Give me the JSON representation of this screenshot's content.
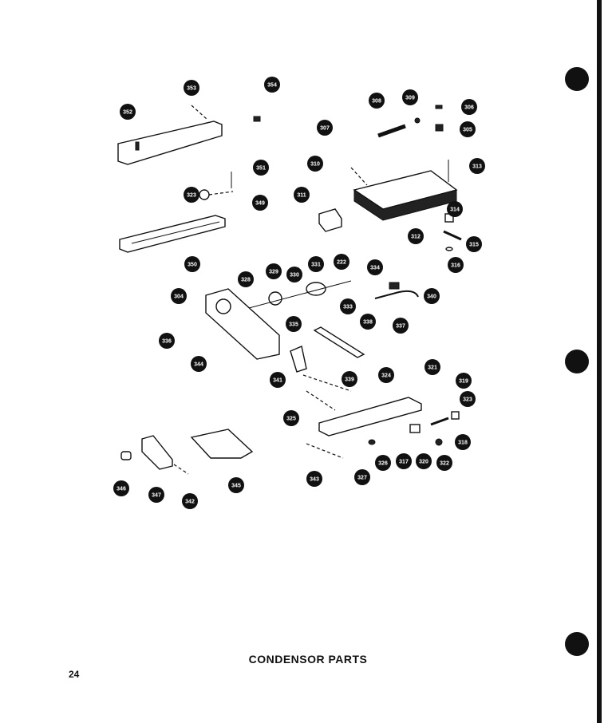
{
  "page": {
    "title": "CONDENSOR PARTS",
    "page_number": "24"
  },
  "parts": [
    {
      "label": "352"
    },
    {
      "label": "353"
    },
    {
      "label": "354"
    },
    {
      "label": "351"
    },
    {
      "label": "323"
    },
    {
      "label": "349"
    },
    {
      "label": "350"
    },
    {
      "label": "307"
    },
    {
      "label": "308"
    },
    {
      "label": "309"
    },
    {
      "label": "306"
    },
    {
      "label": "305"
    },
    {
      "label": "310"
    },
    {
      "label": "311"
    },
    {
      "label": "313"
    },
    {
      "label": "312"
    },
    {
      "label": "314"
    },
    {
      "label": "315"
    },
    {
      "label": "316"
    },
    {
      "label": "304"
    },
    {
      "label": "329"
    },
    {
      "label": "328"
    },
    {
      "label": "330"
    },
    {
      "label": "331"
    },
    {
      "label": "222"
    },
    {
      "label": "334"
    },
    {
      "label": "333"
    },
    {
      "label": "335"
    },
    {
      "label": "340"
    },
    {
      "label": "336"
    },
    {
      "label": "344"
    },
    {
      "label": "338"
    },
    {
      "label": "337"
    },
    {
      "label": "339"
    },
    {
      "label": "341"
    },
    {
      "label": "324"
    },
    {
      "label": "321"
    },
    {
      "label": "319"
    },
    {
      "label": "325"
    },
    {
      "label": "323"
    },
    {
      "label": "318"
    },
    {
      "label": "326"
    },
    {
      "label": "317"
    },
    {
      "label": "320"
    },
    {
      "label": "322"
    },
    {
      "label": "343"
    },
    {
      "label": "327"
    },
    {
      "label": "346"
    },
    {
      "label": "347"
    },
    {
      "label": "342"
    },
    {
      "label": "345"
    }
  ]
}
